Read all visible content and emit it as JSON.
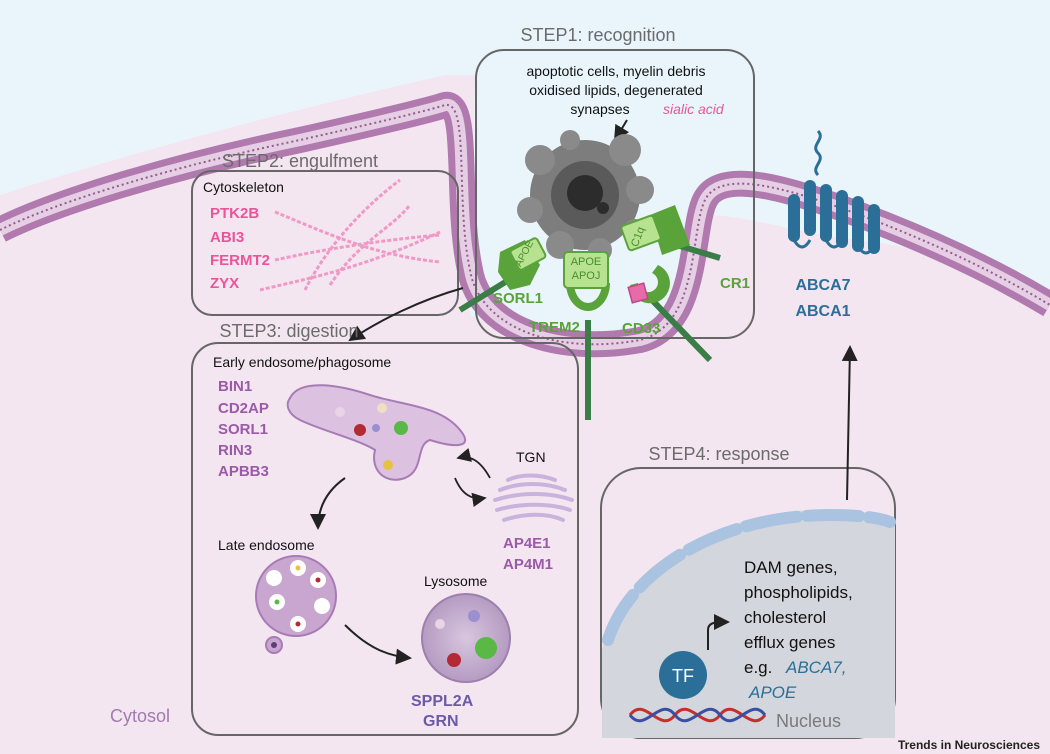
{
  "steps": {
    "recognition": {
      "title": "STEP1: recognition",
      "ligand_lines": [
        "apoptotic cells, myelin debris",
        "oxidised lipids, degenerated",
        "synapses"
      ],
      "sialic": "sialic acid",
      "receptors": {
        "apoe_lig": "APOE",
        "c1q": "C1q",
        "apoe_apoj_line1": "APOE",
        "apoe_apoj_line2": "APOJ",
        "sorl1": "SORL1",
        "trem2": "TREM2",
        "cd33": "CD33",
        "cr1": "CR1"
      }
    },
    "engulfment": {
      "title": "STEP2: engulfment",
      "subtitle": "Cytoskeleton",
      "genes": [
        "PTK2B",
        "ABI3",
        "FERMT2",
        "ZYX"
      ]
    },
    "digestion": {
      "title": "STEP3: digestion",
      "early_label": "Early endosome/phagosome",
      "early_genes": [
        "BIN1",
        "CD2AP",
        "SORL1",
        "RIN3",
        "APBB3"
      ],
      "tgn_label": "TGN",
      "tgn_genes": [
        "AP4E1",
        "AP4M1"
      ],
      "late_label": "Late endosome",
      "lysosome_label": "Lysosome",
      "lysosome_genes": [
        "SPPL2A",
        "GRN"
      ]
    },
    "response": {
      "title": "STEP4: response",
      "text_lines": [
        "DAM genes,",
        "phospholipids,",
        "cholesterol",
        "efflux genes"
      ],
      "eg_prefix": "e.g.",
      "eg_gene1": "ABCA7,",
      "eg_gene2": "APOE",
      "tf": "TF",
      "nucleus": "Nucleus"
    }
  },
  "membrane_genes": [
    "ABCA7",
    "ABCA1"
  ],
  "cytosol": "Cytosol",
  "footer": "Trends in Neurosciences",
  "colors": {
    "extracellular": "#e9f5fb",
    "cytosol": "#f3e6f0",
    "membrane": "#b07aae",
    "green": "#5aa23a",
    "pink": "#e8559a",
    "purple": "#9a5aa6",
    "blue": "#2b6f98"
  }
}
